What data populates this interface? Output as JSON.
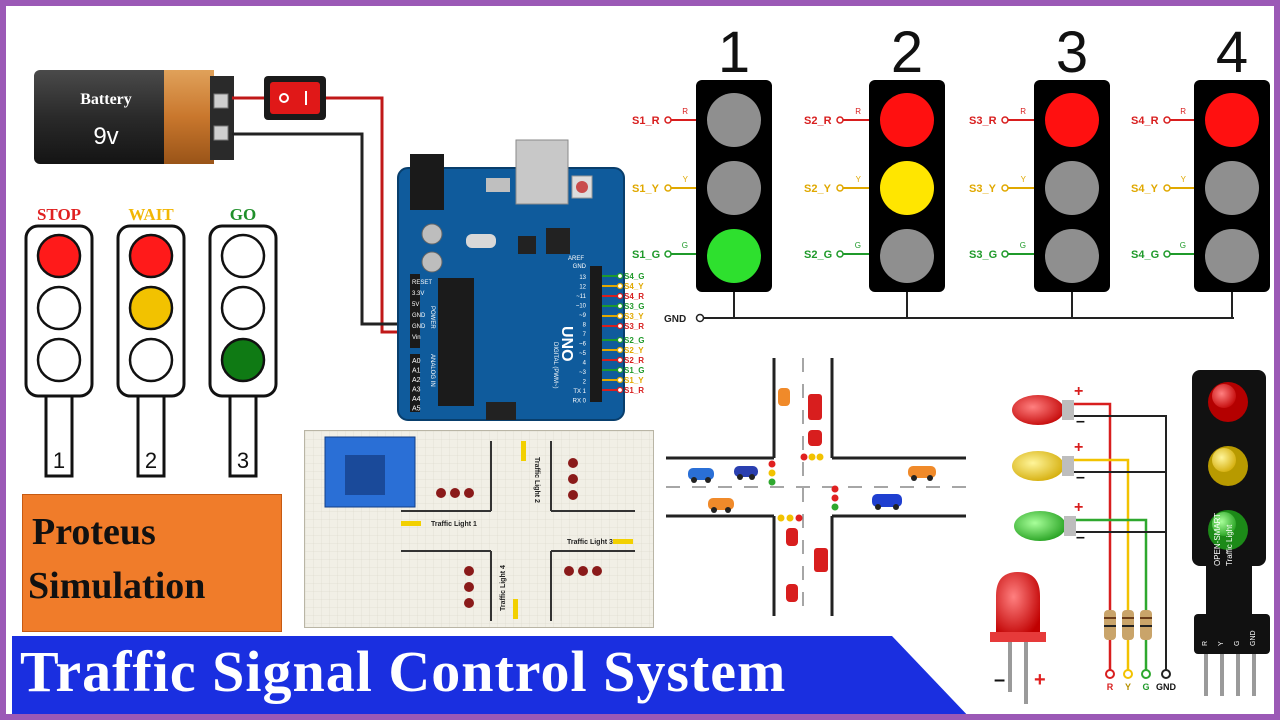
{
  "banner": {
    "title": "Traffic Signal Control System"
  },
  "proteus": {
    "line1": "Proteus",
    "line2": "Simulation"
  },
  "battery": {
    "label": "Battery",
    "voltage": "9v"
  },
  "legend_lights": [
    {
      "label": "STOP",
      "number": "1",
      "label_color": "#e02020"
    },
    {
      "label": "WAIT",
      "number": "2",
      "label_color": "#f2b705"
    },
    {
      "label": "GO",
      "number": "3",
      "label_color": "#1f8f2a"
    }
  ],
  "signals": [
    {
      "number": "1",
      "pins": {
        "r": "S1_R",
        "y": "S1_Y",
        "g": "S1_G"
      },
      "state": "green"
    },
    {
      "number": "2",
      "pins": {
        "r": "S2_R",
        "y": "S2_Y",
        "g": "S2_G"
      },
      "state": "red-yellow"
    },
    {
      "number": "3",
      "pins": {
        "r": "S3_R",
        "y": "S3_Y",
        "g": "S3_G"
      },
      "state": "red"
    },
    {
      "number": "4",
      "pins": {
        "r": "S4_R",
        "y": "S4_Y",
        "g": "S4_G"
      },
      "state": "red"
    }
  ],
  "pin_letters": {
    "r": "R",
    "y": "Y",
    "g": "G"
  },
  "gnd_label": "GND",
  "arduino": {
    "board_name": "UNO",
    "digital_label": "DIGITAL (PWM~)",
    "analog_label": "ANALOG IN",
    "power_label": "POWER",
    "power_pins": [
      "RESET",
      "3.3V",
      "5V",
      "GND",
      "GND",
      "Vin"
    ],
    "analog_pins": [
      "A0",
      "A1",
      "A2",
      "A3",
      "A4",
      "A5"
    ],
    "digital_pins": [
      "13",
      "12",
      "~11",
      "~10",
      "~9",
      "8",
      "7",
      "~6",
      "~5",
      "4",
      "~3",
      "2",
      "TX 1",
      "RX 0"
    ],
    "pin_labels": [
      "S4_G",
      "S4_Y",
      "S4_R",
      "S3_G",
      "S3_Y",
      "S3_R",
      "S2_G",
      "S2_Y",
      "S2_R",
      "S1_G",
      "S1_Y",
      "S1_R"
    ],
    "aref_label": "AREF",
    "gnd_label": "GND"
  },
  "proteus_shot": {
    "tl1": "Traffic Light 1",
    "tl2": "Traffic Light 2",
    "tl3": "Traffic Light 3",
    "tl4": "Traffic Light 4"
  },
  "led_module": {
    "brand": "OPEN-SMART",
    "name": "Traffic Light",
    "pins": [
      "R",
      "Y",
      "G",
      "GND"
    ]
  },
  "led_wiring": {
    "plus": "+",
    "minus": "–",
    "outputs": [
      "R",
      "Y",
      "G",
      "GND"
    ]
  },
  "single_led": {
    "minus": "–",
    "plus": "+"
  },
  "colors": {
    "red": "#ff1010",
    "yellow": "#ffe600",
    "green": "#2ee02e",
    "off": "#8f8f8f",
    "banner": "#1a2fe0",
    "proteus_box": "#f07c2a",
    "frame": "#9b59b6"
  }
}
